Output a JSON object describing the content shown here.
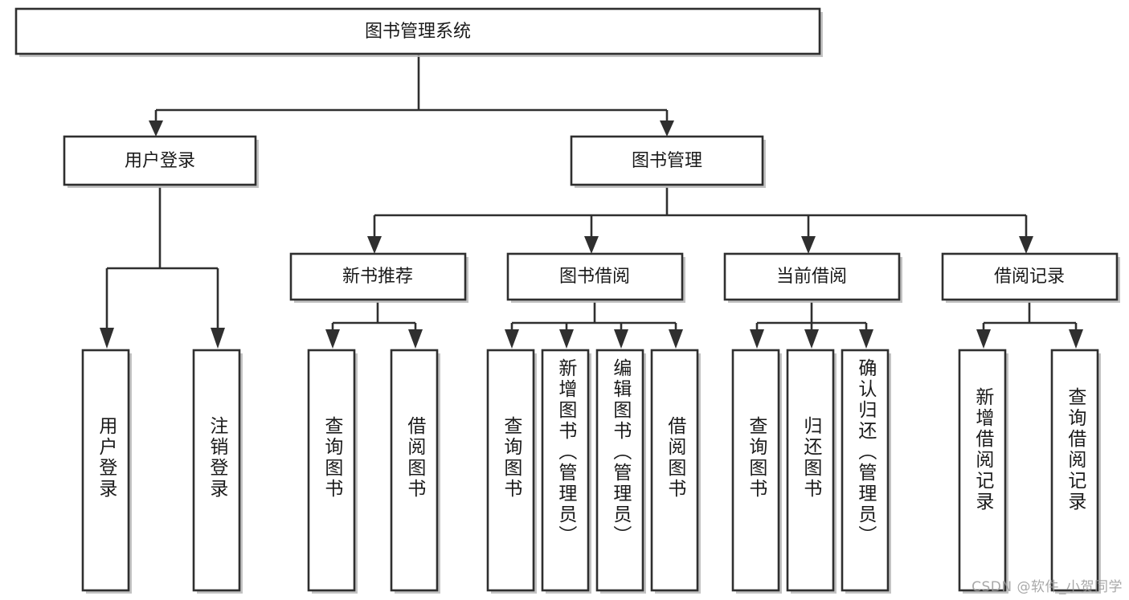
{
  "diagram": {
    "type": "tree-hierarchy-chart",
    "title": "图书管理系统",
    "watermark": "CSDN @软件_小贺同学",
    "colors": {
      "box_fill": "#ffffff",
      "box_stroke": "#2f2f2f",
      "connector": "#2f2f2f",
      "text": "#1a1a1a",
      "background": "#ffffff",
      "watermark": "#9a9a9a"
    },
    "root": {
      "id": "root",
      "label": "图书管理系统",
      "level": 0,
      "orientation": "horizontal"
    },
    "level2": [
      {
        "id": "user-login",
        "label": "用户登录",
        "level": 1,
        "orientation": "horizontal"
      },
      {
        "id": "book-management",
        "label": "图书管理",
        "level": 1,
        "orientation": "horizontal"
      }
    ],
    "level3": [
      {
        "id": "new-book-recommend",
        "label": "新书推荐",
        "level": 2,
        "orientation": "horizontal",
        "parent": "book-management"
      },
      {
        "id": "book-borrow",
        "label": "图书借阅",
        "level": 2,
        "orientation": "horizontal",
        "parent": "book-management"
      },
      {
        "id": "current-borrow",
        "label": "当前借阅",
        "level": 2,
        "orientation": "horizontal",
        "parent": "book-management"
      },
      {
        "id": "borrow-record",
        "label": "借阅记录",
        "level": 2,
        "orientation": "horizontal",
        "parent": "book-management"
      }
    ],
    "leaves": [
      {
        "id": "leaf-user-login",
        "label": "用户登录",
        "parent": "user-login",
        "orientation": "vertical"
      },
      {
        "id": "leaf-logout-login",
        "label": "注销登录",
        "parent": "user-login",
        "orientation": "vertical"
      },
      {
        "id": "leaf-query-book-1",
        "label": "查询图书",
        "parent": "new-book-recommend",
        "orientation": "vertical"
      },
      {
        "id": "leaf-borrow-book-1",
        "label": "借阅图书",
        "parent": "new-book-recommend",
        "orientation": "vertical"
      },
      {
        "id": "leaf-query-book-2",
        "label": "查询图书",
        "parent": "book-borrow",
        "orientation": "vertical"
      },
      {
        "id": "leaf-add-book",
        "label": "新增图书（管理员）",
        "parent": "book-borrow",
        "orientation": "vertical"
      },
      {
        "id": "leaf-edit-book",
        "label": "编辑图书（管理员）",
        "parent": "book-borrow",
        "orientation": "vertical"
      },
      {
        "id": "leaf-borrow-book-2",
        "label": "借阅图书",
        "parent": "book-borrow",
        "orientation": "vertical"
      },
      {
        "id": "leaf-query-book-3",
        "label": "查询图书",
        "parent": "current-borrow",
        "orientation": "vertical"
      },
      {
        "id": "leaf-return-book",
        "label": "归还图书",
        "parent": "current-borrow",
        "orientation": "vertical"
      },
      {
        "id": "leaf-confirm-return",
        "label": "确认归还（管理员）",
        "parent": "current-borrow",
        "orientation": "vertical"
      },
      {
        "id": "leaf-add-record",
        "label": "新增借阅记录",
        "parent": "borrow-record",
        "orientation": "vertical"
      },
      {
        "id": "leaf-query-record",
        "label": "查询借阅记录",
        "parent": "borrow-record",
        "orientation": "vertical"
      }
    ]
  }
}
